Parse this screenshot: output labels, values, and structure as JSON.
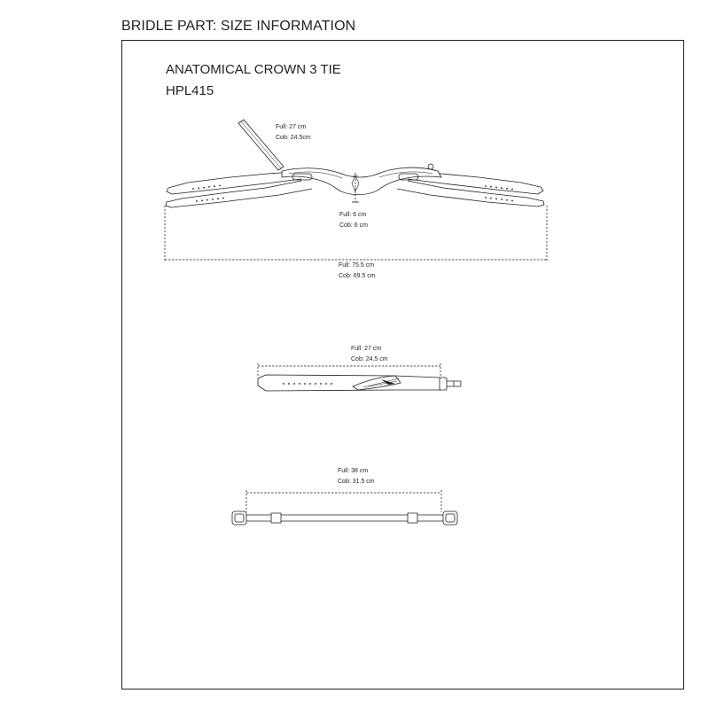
{
  "header": {
    "title": "BRIDLE PART: SIZE INFORMATION"
  },
  "product": {
    "name": "ANATOMICAL CROWN 3 TIE",
    "code": "HPL415"
  },
  "measurements": {
    "crown_strap": {
      "full": "Full: 27 cm",
      "cob": "Cob: 24.5cm"
    },
    "crown_width": {
      "full": "Full: 6 cm",
      "cob": "Cob: 6 cm"
    },
    "crown_total": {
      "full": "Full: 75.5 cm",
      "cob": "Cob: 69.5 cm"
    },
    "strap": {
      "full": "Full: 27 cm",
      "cob": "Cob: 24.5 cm"
    },
    "connector": {
      "full": "Full:  38 cm",
      "cob": "Cob:  31.5 cm"
    }
  },
  "colors": {
    "line": "#231f20",
    "background": "#ffffff"
  }
}
